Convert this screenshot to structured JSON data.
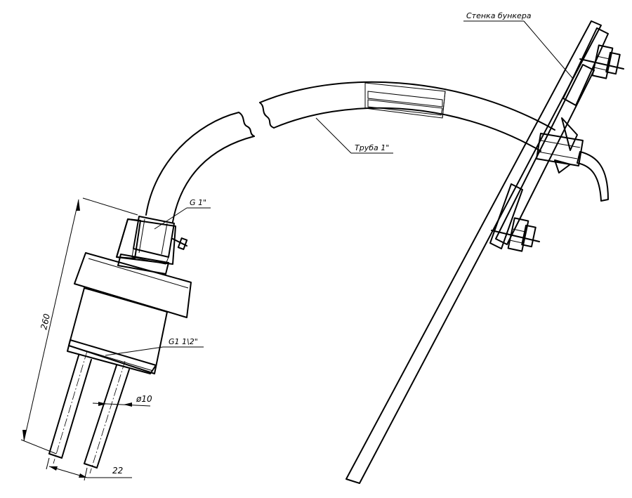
{
  "callouts": {
    "bunker_wall": "Стенка бункера",
    "pipe": "Труба 1\"",
    "thread_top": "G 1\"",
    "thread_body": "G1 1\\2\""
  },
  "dimensions": {
    "length": "260",
    "rod_diameter": "ø10",
    "rod_spacing": "22"
  }
}
